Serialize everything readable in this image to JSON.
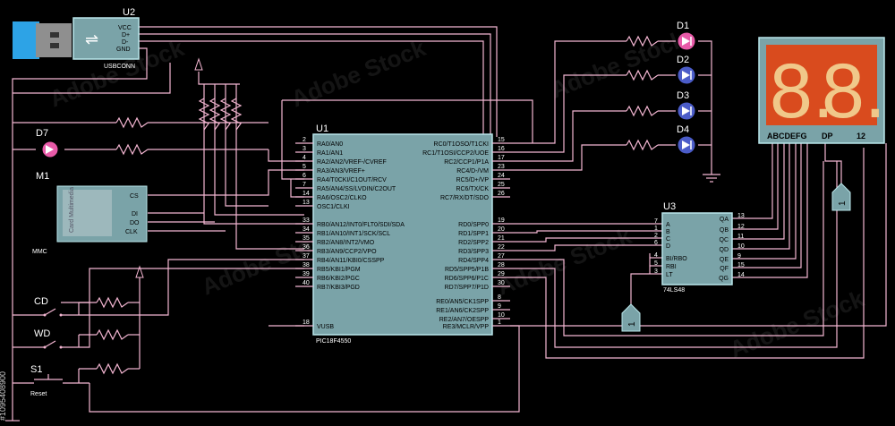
{
  "refs": {
    "u1": "U1",
    "u1_part": "PIC18F4550",
    "u2": "U2",
    "u2_part": "USBCONN",
    "u3": "U3",
    "u3_part": "74LS48",
    "m1": "M1",
    "m1_part": "MMC",
    "m1_card": "Card Multimedia",
    "d1": "D1",
    "d2": "D2",
    "d3": "D3",
    "d4": "D4",
    "d7": "D7",
    "cd": "CD",
    "wd": "WD",
    "s1": "S1",
    "reset": "Reset",
    "disp_seg": "ABCDEFG",
    "disp_dp": "DP",
    "disp_12": "12",
    "pwr1": "1",
    "pwr2": "1"
  },
  "usb_pins": [
    "VCC",
    "D+",
    "D-",
    "GND"
  ],
  "mmc_pins": [
    "CS",
    "DI",
    "DO",
    "CLK"
  ],
  "u1_left": [
    {
      "n": "2",
      "l": "RA0/AN0"
    },
    {
      "n": "3",
      "l": "RA1/AN1"
    },
    {
      "n": "4",
      "l": "RA2/AN2/VREF-/CVREF"
    },
    {
      "n": "5",
      "l": "RA3/AN3/VREF+"
    },
    {
      "n": "6",
      "l": "RA4/T0CKI/C1OUT/RCV"
    },
    {
      "n": "7",
      "l": "RA5/AN4/SS/LVDIN/C2OUT"
    },
    {
      "n": "14",
      "l": "RA6/OSC2/CLKO"
    },
    {
      "n": "13",
      "l": "OSC1/CLKI"
    },
    {
      "n": "33",
      "l": "RB0/AN12/INT0/FLT0/SDI/SDA"
    },
    {
      "n": "34",
      "l": "RB1/AN10/INT1/SCK/SCL"
    },
    {
      "n": "35",
      "l": "RB2/AN8/INT2/VMO"
    },
    {
      "n": "36",
      "l": "RB3/AN9/CCP2/VPO"
    },
    {
      "n": "37",
      "l": "RB4/AN11/KBI0/CSSPP"
    },
    {
      "n": "38",
      "l": "RB5/KBI1/PGM"
    },
    {
      "n": "39",
      "l": "RB6/KBI2/PGC"
    },
    {
      "n": "40",
      "l": "RB7/KBI3/PGD"
    },
    {
      "n": "18",
      "l": "VUSB"
    }
  ],
  "u1_right": [
    {
      "n": "15",
      "l": "RC0/T1OSO/T1CKI"
    },
    {
      "n": "16",
      "l": "RC1/T1OSI/CCP2/UOE"
    },
    {
      "n": "17",
      "l": "RC2/CCP1/P1A"
    },
    {
      "n": "23",
      "l": "RC4/D-/VM"
    },
    {
      "n": "24",
      "l": "RC5/D+/VP"
    },
    {
      "n": "25",
      "l": "RC6/TX/CK"
    },
    {
      "n": "26",
      "l": "RC7/RX/DT/SDO"
    },
    {
      "n": "19",
      "l": "RD0/SPP0"
    },
    {
      "n": "20",
      "l": "RD1/SPP1"
    },
    {
      "n": "21",
      "l": "RD2/SPP2"
    },
    {
      "n": "22",
      "l": "RD3/SPP3"
    },
    {
      "n": "27",
      "l": "RD4/SPP4"
    },
    {
      "n": "28",
      "l": "RD5/SPP5/P1B"
    },
    {
      "n": "29",
      "l": "RD6/SPP6/P1C"
    },
    {
      "n": "30",
      "l": "RD7/SPP7/P1D"
    },
    {
      "n": "8",
      "l": "RE0/AN5/CK1SPP"
    },
    {
      "n": "9",
      "l": "RE1/AN6/CK2SPP"
    },
    {
      "n": "10",
      "l": "RE2/AN7/OESPP"
    },
    {
      "n": "1",
      "l": "RE3/MCLR/VPP"
    }
  ],
  "u3_left": [
    {
      "n": "7",
      "l": "A"
    },
    {
      "n": "1",
      "l": "B"
    },
    {
      "n": "2",
      "l": "C"
    },
    {
      "n": "6",
      "l": "D"
    },
    {
      "n": "4",
      "l": "BI/RBO"
    },
    {
      "n": "5",
      "l": "RBI"
    },
    {
      "n": "3",
      "l": "LT"
    }
  ],
  "u3_right": [
    {
      "n": "13",
      "l": "QA"
    },
    {
      "n": "12",
      "l": "QB"
    },
    {
      "n": "11",
      "l": "QC"
    },
    {
      "n": "10",
      "l": "QD"
    },
    {
      "n": "9",
      "l": "QE"
    },
    {
      "n": "15",
      "l": "QF"
    },
    {
      "n": "14",
      "l": "QG"
    }
  ],
  "display_digits": [
    "8.",
    "8."
  ],
  "watermark": "Adobe Stock",
  "stock_id": "#1095408900",
  "colors": {
    "wire": "#f4b6d2",
    "chip_fill": "#7aa3a8",
    "chip_edge": "#b9e6ea",
    "led_pink": "#e85aa8",
    "led_blue": "#4b5cc8",
    "display_bg": "#d94b1e",
    "segment": "#f0c88a"
  }
}
